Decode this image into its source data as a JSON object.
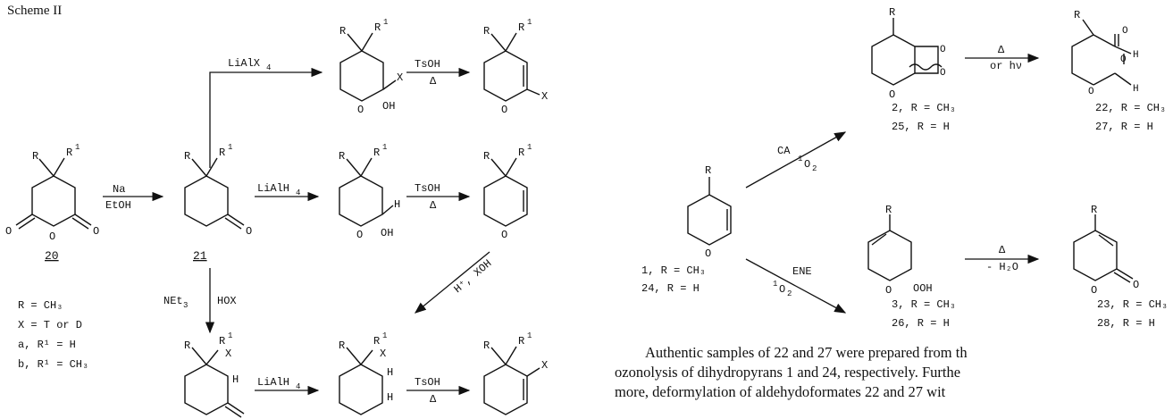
{
  "scheme_title": "Scheme II",
  "substituents": {
    "R": "R",
    "R1": "R",
    "R1_sup": "1",
    "X": "X",
    "H": "H",
    "O": "O",
    "OH": "OH",
    "OOH": "OOH",
    "R1X": "X"
  },
  "left_scheme": {
    "compounds": {
      "c20": "20",
      "c21": "21"
    },
    "reagents": {
      "na_top": "Na",
      "etoh": "EtOH",
      "lialx4": "LiAlX",
      "lialx4_sub": "4",
      "lialh4_mid": "LiAlH",
      "lialh4_mid_sub": "4",
      "tsoh_1": "TsOH",
      "heat_1": "Δ",
      "tsoh_2": "TsOH",
      "heat_2": "Δ",
      "net3": "NEt",
      "net3_sub": "3",
      "hox": "HOX",
      "lialh4_bot": "LiAlH",
      "lialh4_bot_sub": "4",
      "tsoh_3": "TsOH",
      "heat_3": "Δ",
      "hxoh": "H⁺, XOH"
    },
    "legend": [
      "R = CH₃",
      "X = T or D",
      "a, R¹ = H",
      "b, R¹ = CH₃"
    ]
  },
  "right_scheme": {
    "start": [
      "1, R = CH₃",
      "24, R = H"
    ],
    "start_num": [
      "1",
      "24"
    ],
    "ca_label": "CA",
    "singlet_o2_top": "O",
    "singlet_o2_top_sub": "2",
    "ene_label": "ENE",
    "singlet_o2_bot": "O",
    "singlet_o2_bot_sub": "2",
    "dioxetane": [
      "2, R = CH₃",
      "25, R = H"
    ],
    "heat_or_hv": [
      "Δ",
      "or hν"
    ],
    "aldehydoformate": [
      "22, R = CH₃",
      "27, R = H"
    ],
    "hydroperoxide": [
      "3, R = CH₃",
      "26, R = H"
    ],
    "dehydration": [
      "Δ",
      "- H₂O"
    ],
    "lactone": [
      "23, R = CH₃",
      "28, R = H"
    ],
    "one_sup": "1"
  },
  "paragraph": [
    "Authentic samples of 22 and 27 were prepared from th",
    "ozonolysis of dihydropyrans 1 and 24, respectively. Furthe",
    "more, deformylation of aldehydoformates 22 and 27 wit"
  ]
}
